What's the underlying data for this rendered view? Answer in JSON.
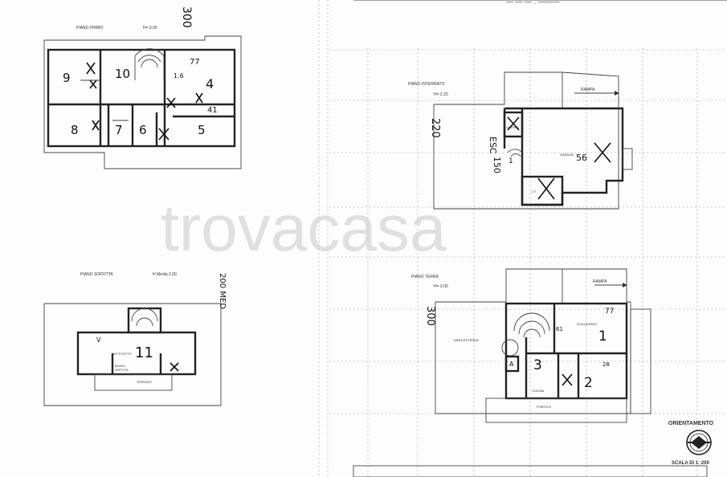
{
  "drawing": {
    "scale_label": "SCALA DI 1: 200",
    "orientation_label": "ORIENTAMENTO",
    "watermark": "trovacasa",
    "top_header_fragment": "— — — . ———"
  },
  "plans": {
    "primo": {
      "title": "PIANO PRIMO",
      "height_note": "H= 3.00",
      "hand_height": "300",
      "rooms": [
        "9",
        "10",
        "4",
        "8",
        "7",
        "6",
        "5"
      ],
      "room_area": "77",
      "misc": [
        "1.6",
        "41"
      ]
    },
    "sottotetto": {
      "title": "PIANO SOFFITTA",
      "height_note": "H Media 2.00",
      "hand_height": "200 MED",
      "rooms": [
        "11"
      ],
      "sublabels": [
        "SOTTOTETTO",
        "TERRAZZO",
        "BAGNO",
        "SOFFITTA"
      ]
    },
    "interrato": {
      "title": "PIANO INTERRATO",
      "height_note": "H= 2.20",
      "hand_height": "220",
      "ramp_label": "RAMPA",
      "hand_notes": [
        "ESC",
        "150"
      ],
      "rooms": [
        "1"
      ],
      "area_label": "56",
      "sublabels": [
        "CANTINA",
        "GARAGE",
        "CT"
      ]
    },
    "terra": {
      "title": "PIANO TERRA",
      "height_note": "H= 3.00",
      "hand_height": "300",
      "ramp_label": "RAMPA",
      "rooms": [
        "1",
        "2",
        "3"
      ],
      "room_area": "77",
      "misc": [
        "61",
        "28"
      ],
      "sublabels": [
        "AREA ESTERNA",
        "PORTICO",
        "CUCINA",
        "SOGGIORNO",
        "A"
      ]
    }
  }
}
